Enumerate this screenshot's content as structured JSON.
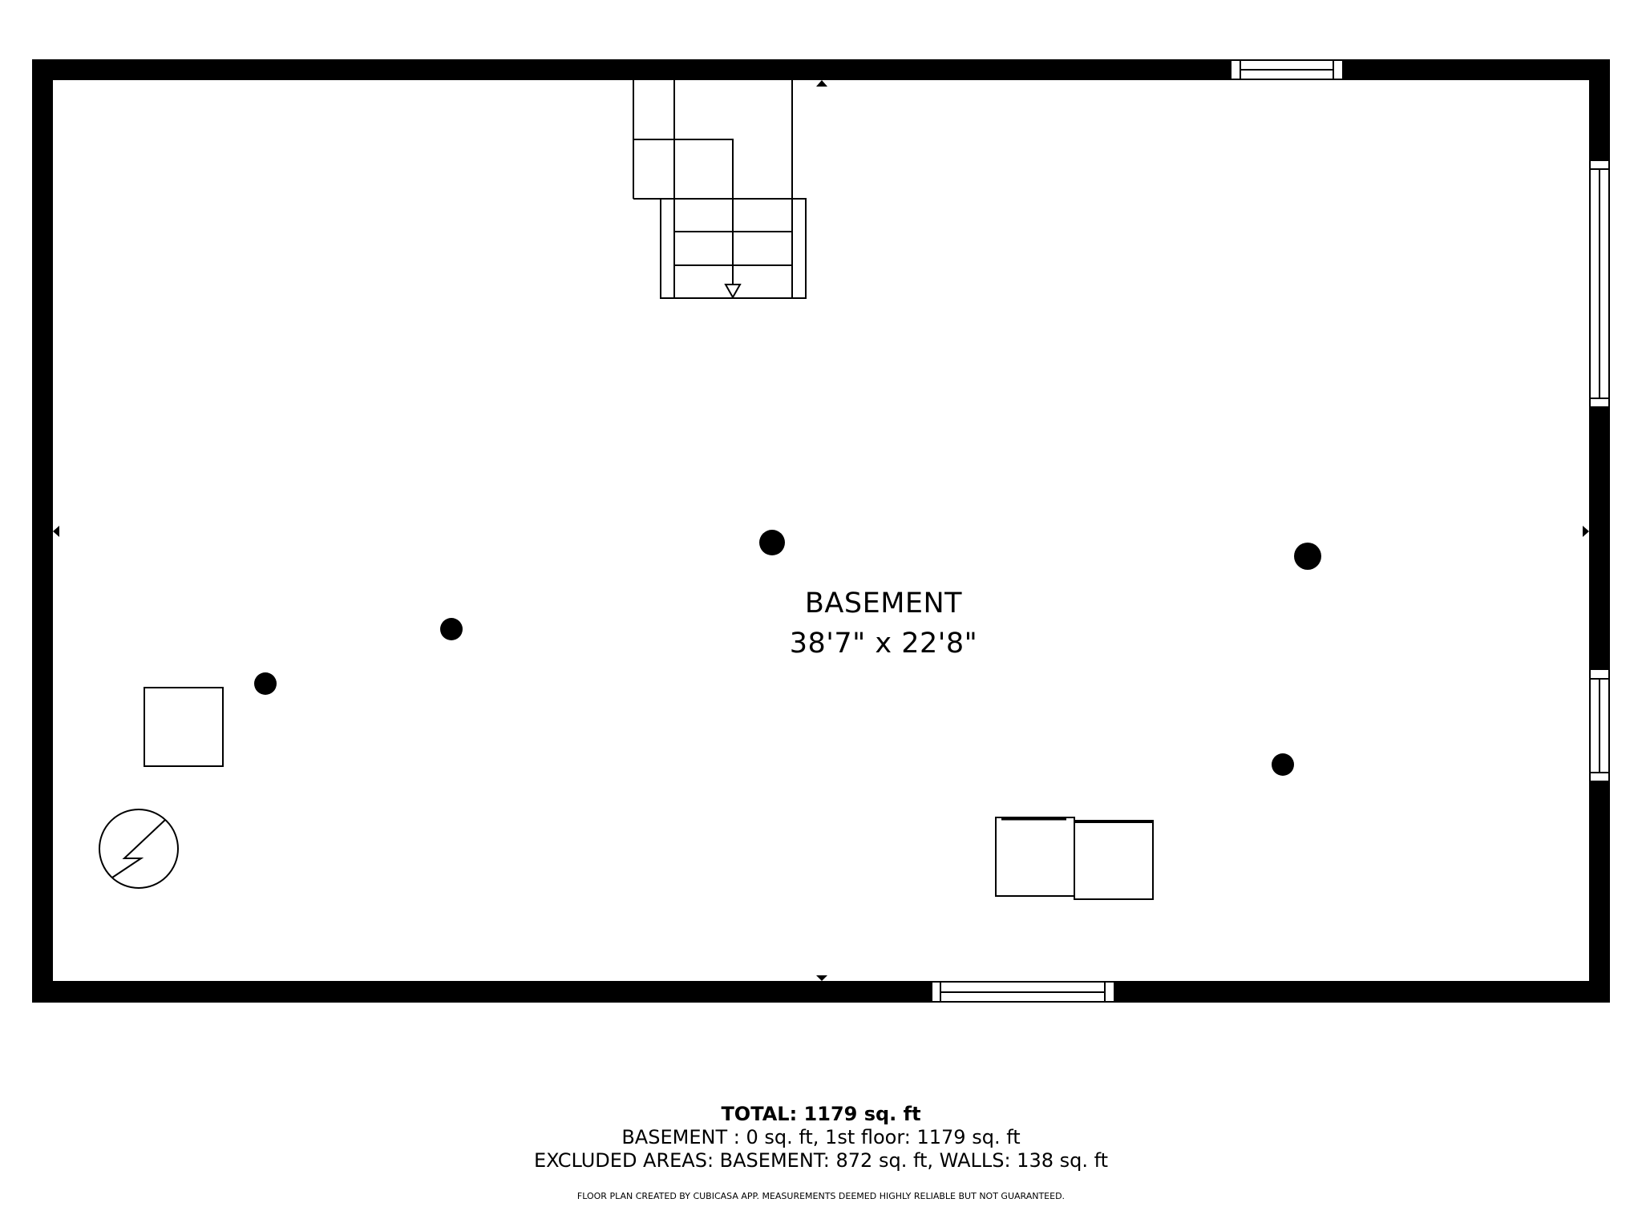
{
  "room": {
    "name": "BASEMENT",
    "dimensions": "38'7\" x 22'8\""
  },
  "summary": {
    "total": "TOTAL: 1179 sq. ft",
    "breakdown": "BASEMENT : 0 sq. ft, 1st floor: 1179 sq. ft",
    "excluded": "EXCLUDED AREAS: BASEMENT: 872 sq. ft, WALLS: 138 sq. ft",
    "disclaimer": "FLOOR PLAN CREATED BY CUBICASA APP. MEASUREMENTS DEEMED HIGHLY RELIABLE BUT NOT GUARANTEED."
  },
  "colors": {
    "wall": "#000000",
    "background": "#ffffff"
  },
  "symbols": {
    "stairs": "stairs-icon",
    "columns": "support-post-icon",
    "water_heater": "water-heater-icon",
    "electric_panel": "electrical-meter-icon",
    "appliances": "washer-dryer-icon",
    "windows": "window-icon"
  }
}
